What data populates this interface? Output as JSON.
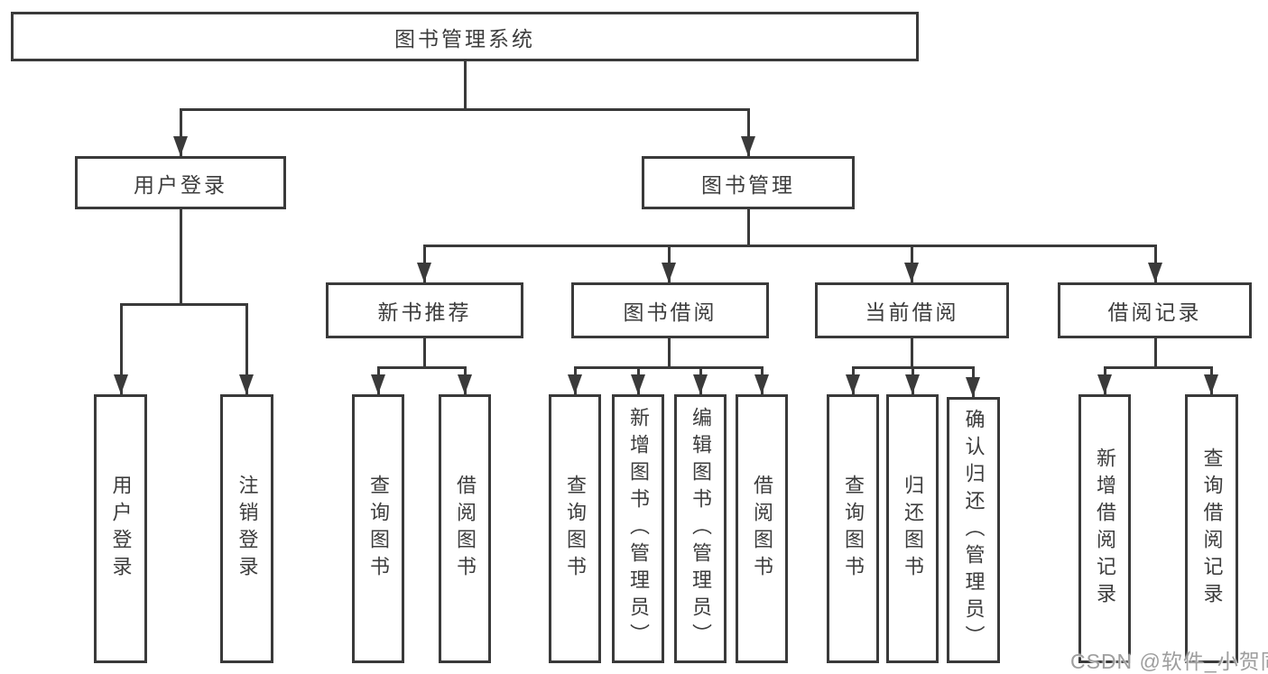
{
  "diagram_type": "functional-structure-tree",
  "colors": {
    "line": "#3a3a3a",
    "text": "#3d3d3d",
    "background": "#ffffff",
    "watermark": "#9e9e9e"
  },
  "nodes": {
    "root": {
      "label": "图书管理系统"
    },
    "login": {
      "label": "用户登录"
    },
    "mgmt": {
      "label": "图书管理"
    },
    "rec": {
      "label": "新书推荐"
    },
    "bb": {
      "label": "图书借阅"
    },
    "cb": {
      "label": "当前借阅"
    },
    "br": {
      "label": "借阅记录"
    },
    "login_user": {
      "label": "用户登录"
    },
    "login_logout": {
      "label": "注销登录"
    },
    "rec_query": {
      "label": "查询图书"
    },
    "rec_borrow": {
      "label": "借阅图书"
    },
    "bb_query": {
      "label": "查询图书"
    },
    "bb_add": {
      "label": "新增图书（管理员）"
    },
    "bb_edit": {
      "label": "编辑图书（管理员）"
    },
    "bb_borrow": {
      "label": "借阅图书"
    },
    "cb_query": {
      "label": "查询图书"
    },
    "cb_return": {
      "label": "归还图书"
    },
    "cb_confirm": {
      "label": "确认归还（管理员）"
    },
    "br_add": {
      "label": "新增借阅记录"
    },
    "br_query": {
      "label": "查询借阅记录"
    }
  },
  "watermark": {
    "text": "CSDN @软件_小贺同学"
  }
}
